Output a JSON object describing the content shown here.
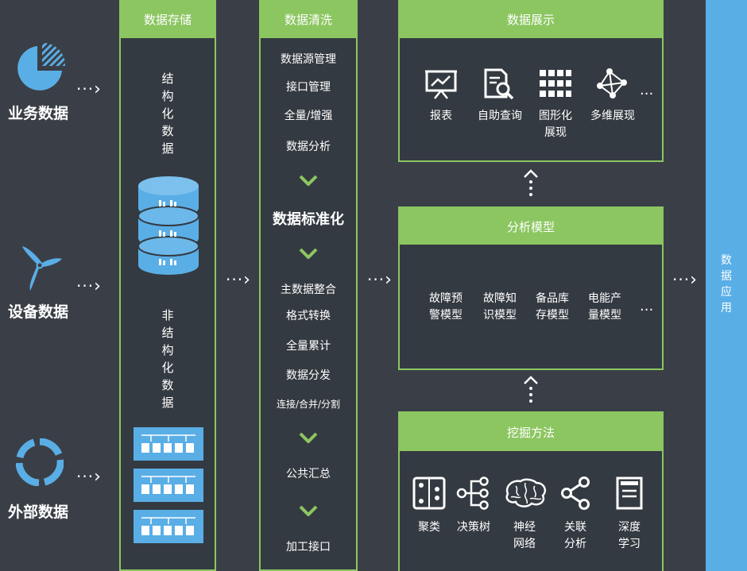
{
  "sources": [
    {
      "label": "业务数据",
      "icon": "pie-chart-icon"
    },
    {
      "label": "设备数据",
      "icon": "wind-turbine-icon"
    },
    {
      "label": "外部数据",
      "icon": "ring-icon"
    }
  ],
  "arrow_dots": "···",
  "storage": {
    "title": "数据存储",
    "structured_label": [
      "结",
      "构",
      "化",
      "数",
      "据"
    ],
    "unstructured_label": [
      "非",
      "结",
      "构",
      "化",
      "数",
      "据"
    ]
  },
  "cleaning": {
    "title": "数据清洗",
    "items_top": [
      "数据源管理",
      "接口管理",
      "全量/增强",
      "数据分析"
    ],
    "standardize": "数据标准化",
    "items_mid": [
      "主数据整合",
      "格式转换",
      "全量累计",
      "数据分发",
      "连接/合并/分割"
    ],
    "summary": "公共汇总",
    "interface": "加工接口"
  },
  "display": {
    "title": "数据展示",
    "items": [
      {
        "icon": "presentation-board-icon",
        "label": "报表"
      },
      {
        "icon": "document-search-icon",
        "label": "自助查询"
      },
      {
        "icon": "grid-icon",
        "label": "图形化",
        "label2": "展现"
      },
      {
        "icon": "network-graph-icon",
        "label": "多维展现"
      }
    ],
    "more": "···"
  },
  "models": {
    "title": "分析模型",
    "items": [
      {
        "line1": "故障预",
        "line2": "警模型"
      },
      {
        "line1": "故障知",
        "line2": "识模型"
      },
      {
        "line1": "备品库",
        "line2": "存模型"
      },
      {
        "line1": "电能产",
        "line2": "量模型"
      }
    ],
    "more": "···"
  },
  "mining": {
    "title": "挖掘方法",
    "items": [
      {
        "icon": "dice-icon",
        "line1": "聚类",
        "line2": ""
      },
      {
        "icon": "decision-tree-icon",
        "line1": "决策树",
        "line2": ""
      },
      {
        "icon": "brain-icon",
        "line1": "神经",
        "line2": "网络"
      },
      {
        "icon": "share-icon",
        "line1": "关联",
        "line2": "分析"
      },
      {
        "icon": "document-icon",
        "line1": "深度",
        "line2": "学习"
      }
    ]
  },
  "application": {
    "chars": [
      "数",
      "据",
      "应",
      "用"
    ]
  },
  "colors": {
    "background": "#3a3f47",
    "panel": "#343a41",
    "accent_green": "#8cc661",
    "accent_blue": "#5aaee6"
  }
}
